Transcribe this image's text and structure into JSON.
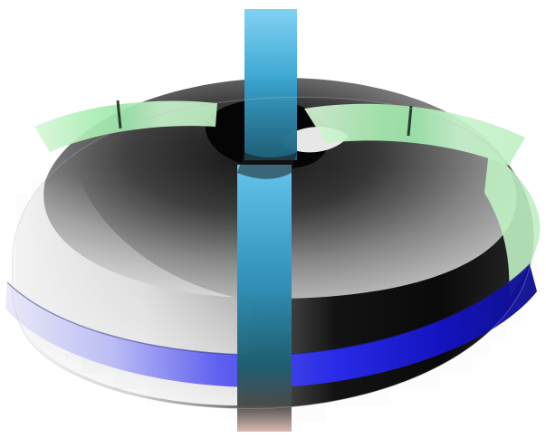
{
  "figure": {
    "description_visible_text": [],
    "colors": {
      "background": "#ffffff",
      "torus_light": "#f4f4f4",
      "torus_mid": "#8a8a8a",
      "torus_dark": "#050505",
      "green_band": "#b9f0b9",
      "green_band_dark": "#7fd38a",
      "blue_band_light": "#cfd0f2",
      "blue_band_mid": "#5a5cf0",
      "blue_band_dark": "#1616b8",
      "cyan_band_top": "#66c8f0",
      "cyan_band_mid": "#2f8fb8",
      "cyan_band_dark": "#1f5f78",
      "cyan_band_low": "#5a5a5a",
      "pink_bottom": "#d7b8b0"
    },
    "parts": [
      "torus-surface",
      "toroidal-band-green",
      "toroidal-band-blue",
      "poloidal-band-cyan"
    ]
  }
}
